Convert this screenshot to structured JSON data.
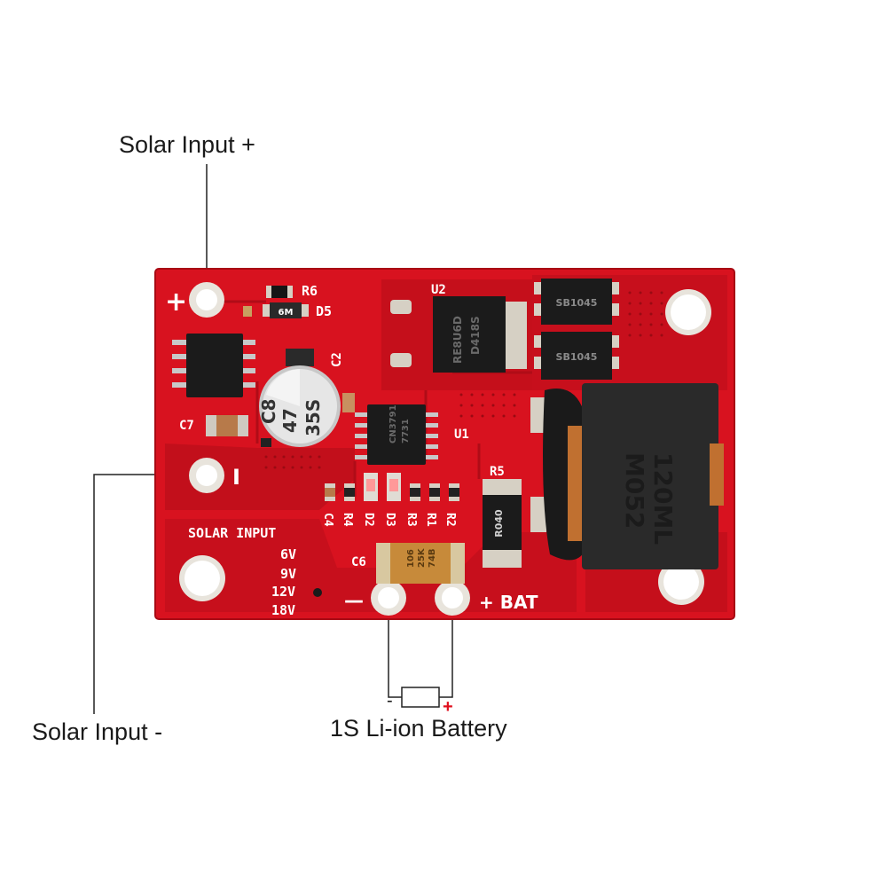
{
  "callouts": {
    "solar_pos": "Solar Input +",
    "solar_neg": "Solar Input -",
    "battery": "1S Li-ion Battery",
    "battery_minus": "-",
    "battery_plus": "+"
  },
  "silkscreen": {
    "plus_sign": "+",
    "minus_sign": "I",
    "solar_input": "SOLAR INPUT",
    "voltages": [
      "6V",
      "9V",
      "12V",
      "18V"
    ],
    "bat_minus": "—",
    "bat_plus_label": "+ BAT",
    "refdes": {
      "r6": "R6",
      "d5": "D5",
      "u2": "U2",
      "c2": "C2",
      "c7": "C7",
      "u1": "U1",
      "r5": "R5",
      "c6": "C6",
      "row": [
        "C4",
        "R4",
        "D2",
        "D3",
        "R3",
        "R1",
        "R2"
      ]
    }
  },
  "components": {
    "cap_c8": [
      "C8",
      "47",
      "35S"
    ],
    "inductor": [
      "120ML",
      "M052"
    ],
    "diode_top": "SB1045",
    "diode_bottom": "SB1045",
    "regulator": [
      "D418S",
      "RE8U6D"
    ],
    "ic_u1": [
      "CN3791",
      "7731"
    ],
    "resistor_r5": "R040",
    "tantalum": [
      "106",
      "25K",
      "74B"
    ],
    "d5_mark": "6M"
  },
  "colors": {
    "pcb": "#d8121f",
    "pcb_dark": "#b80d18",
    "silk": "#ffffff",
    "pad": "#e8e4dc"
  }
}
